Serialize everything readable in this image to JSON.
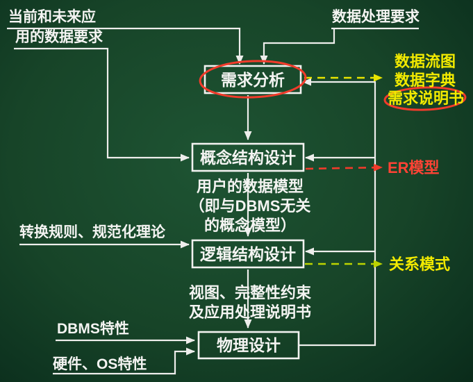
{
  "colors": {
    "background": "#174428",
    "line": "#eeeeec",
    "text": "#f4f4f2",
    "yellow": "#f2ea00",
    "red": "#f23b2b",
    "yellow_green": "#bcd400"
  },
  "inputs": {
    "top_left_line1": "当前和未来应",
    "top_left_line2": "用的数据要求",
    "top_right": "数据处理要求",
    "rules": "转换规则、规范化理论",
    "dbms": "DBMS特性",
    "hardware": "硬件、OS特性"
  },
  "boxes": {
    "requirements": "需求分析",
    "conceptual": "概念结构设计",
    "logical": "逻辑结构设计",
    "physical": "物理设计"
  },
  "outputs": {
    "dataflow": "数据流图",
    "dictionary": "数据字典",
    "spec": "需求说明书",
    "er": "ER模型",
    "relation": "关系模式"
  },
  "notes": {
    "concept_line1": "用户的数据模型",
    "concept_line2": "（即与DBMS无关",
    "concept_line3": "的概念模型）",
    "logical_line1": "视图、完整性约束",
    "logical_line2": "及应用处理说明书"
  }
}
